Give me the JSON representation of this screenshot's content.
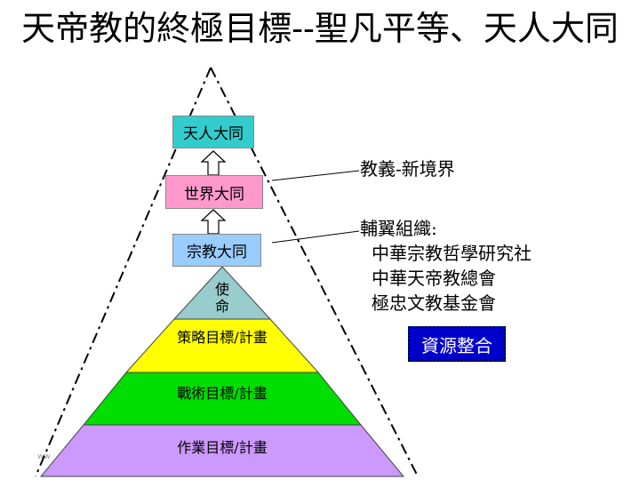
{
  "title": "天帝教的終極目標--聖凡平等、天人大同",
  "boxes": {
    "top": "天人大同",
    "middle": "世界大同",
    "bottom": "宗教大同"
  },
  "pyramid": {
    "mission": "使\n命",
    "strategy": "策略目標/計畫",
    "tactics": "戰術目標/計畫",
    "operations": "作業目標/計畫"
  },
  "doctrine": "教義-新境界",
  "aux": {
    "heading": "輔翼組織:",
    "items": [
      "中華宗教哲學研究社",
      "中華天帝教總會",
      "極忠文教基金會"
    ]
  },
  "resource": "資源整合",
  "watermark": "ww",
  "colors": {
    "top_box": "#33cccc",
    "middle_box": "#ff99cc",
    "bottom_box": "#99ccff",
    "mission": "#99cccc",
    "strategy": "#ffff00",
    "tactics": "#00dd00",
    "operations": "#cc99ff",
    "resource_bg": "#0000cc"
  }
}
